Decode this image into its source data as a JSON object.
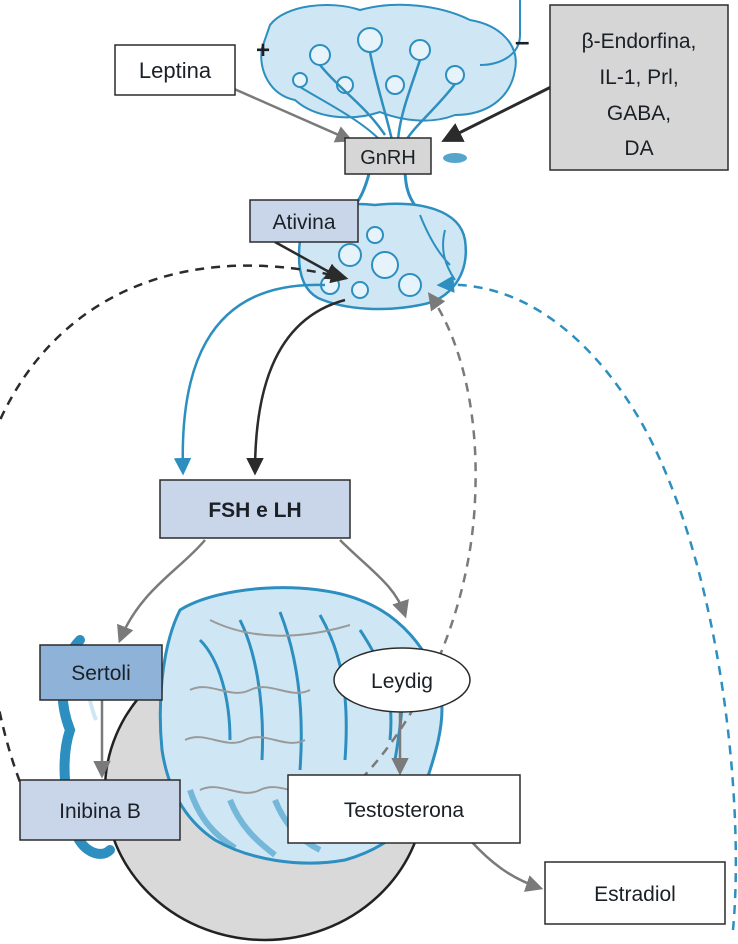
{
  "signs": {
    "plus": "+",
    "minus": "–"
  },
  "labels": {
    "leptina": "Leptina",
    "inhibitors": [
      "β-Endorfina,",
      "IL-1, Prl,",
      "GABA,",
      "DA"
    ],
    "gnrh": "GnRH",
    "ativina": "Ativina",
    "fsh_lh": "FSH e LH",
    "sertoli": "Sertoli",
    "leydig": "Leydig",
    "inibina": "Inibina B",
    "testosterona": "Testosterona",
    "estradiol": "Estradiol"
  },
  "colors": {
    "blue": "#2c8fc0",
    "light_blue": "#cfe7f5",
    "box_gray": "#d6d6d6",
    "box_blue": "#c9d6ea",
    "dark_arrow": "#2b2b2b",
    "gray_arrow": "#7a7a7a"
  }
}
